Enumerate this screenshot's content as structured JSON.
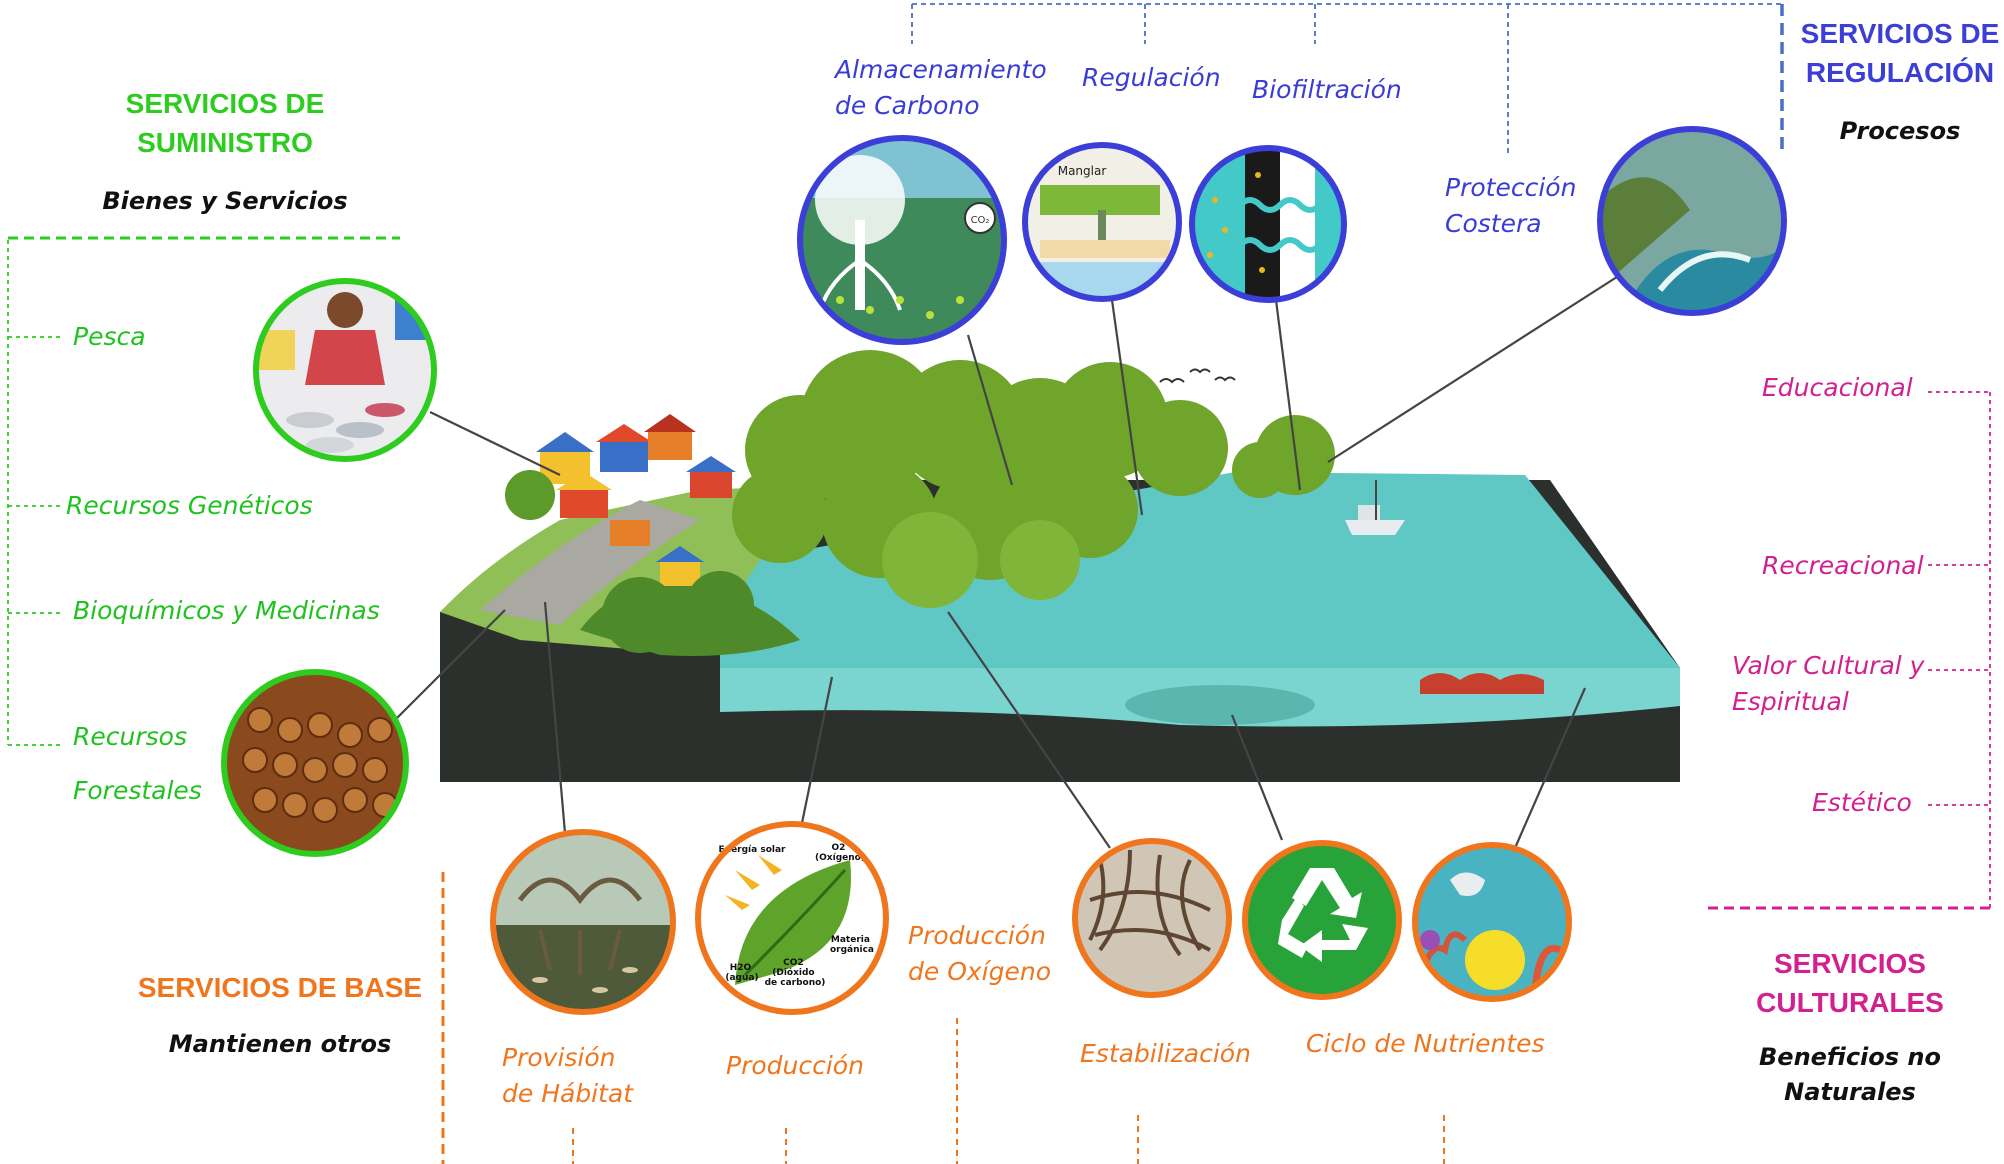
{
  "colors": {
    "supply": "#2ecc1f",
    "regulation": "#3b3fd8",
    "cultural": "#d3208f",
    "base": "#f0761e",
    "water": "#5fc7c4",
    "forest": "#6ea52a",
    "ground": "#2c302c"
  },
  "supply": {
    "title": [
      "SERVICIOS DE",
      "SUMINISTRO"
    ],
    "subtitle": "Bienes y Servicios",
    "items": [
      {
        "label": "Pesca"
      },
      {
        "label": "Recursos Genéticos"
      },
      {
        "label": "Bioquímicos y Medicinas"
      },
      {
        "label": [
          "Recursos",
          "Forestales"
        ]
      }
    ]
  },
  "regulation": {
    "title": [
      "SERVICIOS DE",
      "REGULACIÓN"
    ],
    "subtitle": "Procesos",
    "items": [
      {
        "label": [
          "Almacenamiento",
          "de Carbono"
        ],
        "icon": "carbon-storage-icon"
      },
      {
        "label": "Regulación",
        "icon": "water-regulation-icon",
        "badge": "Manglar"
      },
      {
        "label": "Biofiltración",
        "icon": "biofiltration-icon"
      },
      {
        "label": [
          "Protección",
          "Costera"
        ],
        "icon": "coastal-protection-icon"
      }
    ]
  },
  "cultural": {
    "title": [
      "SERVICIOS",
      "CULTURALES"
    ],
    "subtitle": [
      "Beneficios no",
      "Naturales"
    ],
    "items": [
      {
        "label": "Educacional"
      },
      {
        "label": "Recreacional"
      },
      {
        "label": [
          "Valor Cultural y",
          "Espiritual"
        ]
      },
      {
        "label": "Estético"
      }
    ]
  },
  "base": {
    "title": "SERVICIOS DE BASE",
    "subtitle": "Mantienen otros",
    "items": [
      {
        "label": [
          "Provisión",
          "de Hábitat"
        ],
        "icon": "habitat-icon"
      },
      {
        "label": "Producción",
        "icon": "photosynthesis-icon"
      },
      {
        "label": [
          "Producción",
          "de Oxígeno"
        ]
      },
      {
        "label": "Estabilización",
        "icon": "roots-icon"
      },
      {
        "label": "Ciclo de Nutrientes",
        "icon": "recycle-icon"
      }
    ]
  },
  "photosynthesis": {
    "solar": "Energía solar",
    "o2": [
      "O2",
      "(Oxígeno)"
    ],
    "h2o": [
      "H2O",
      "(agua)"
    ],
    "co2": [
      "CO2",
      "(Dióxido",
      "de carbono)"
    ],
    "organic": [
      "Materia",
      "orgánica"
    ]
  },
  "co2_badge": "CO₂"
}
